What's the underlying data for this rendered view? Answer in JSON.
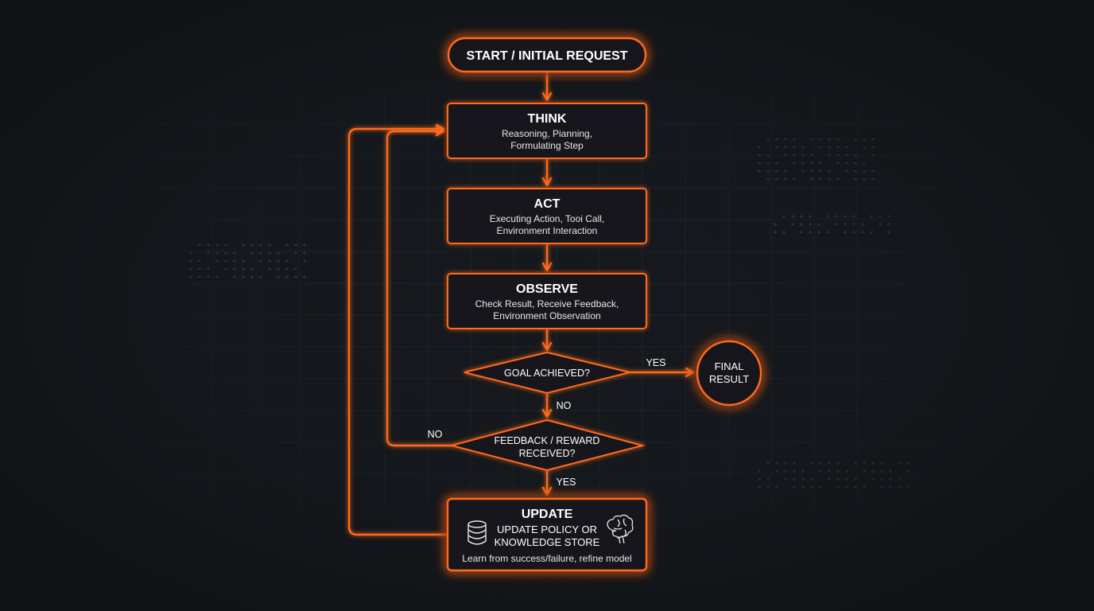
{
  "colors": {
    "background": "#15181c",
    "accent": "#ff6a1f",
    "text": "#ffffff",
    "grid": "#2a3037"
  },
  "start": {
    "label": "START / INITIAL REQUEST"
  },
  "think": {
    "title": "THINK",
    "line1": "Reasoning, Pianning,",
    "line2": "Formulating Step"
  },
  "act": {
    "title": "ACT",
    "line1": "Executing Action, Tooi Call,",
    "line2": "Environment Interaction"
  },
  "observe": {
    "title": "OBSERVE",
    "line1": "Check Result, Receive Feedback,",
    "line2": "Environment Observation"
  },
  "goal": {
    "label": "GOAL ACHIEVED?",
    "yes": "YES",
    "no": "NO"
  },
  "final": {
    "line1": "FINAL",
    "line2": "RESULT"
  },
  "feedback": {
    "line1": "FEEDBACK / REWARD",
    "line2": "RECEIVED?",
    "yes": "YES",
    "no": "NO"
  },
  "update": {
    "title": "UPDATE",
    "line1": "UPDATE POLICY OR",
    "line2": "KNOWLEDGE STORE",
    "caption": "Learn from success/failure, refine model",
    "left_icon": "database-icon",
    "right_icon": "brain-icon"
  }
}
